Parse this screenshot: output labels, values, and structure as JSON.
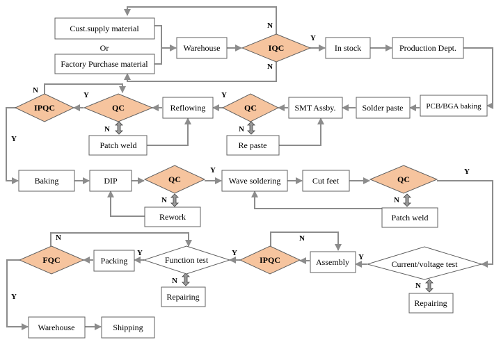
{
  "nodes": {
    "cust_supply": "Cust.supply material",
    "or_text": "Or",
    "factory_purchase": "Factory Purchase material",
    "warehouse_in": "Warehouse",
    "iqc": "IQC",
    "in_stock": "In stock",
    "production_dept": "Production Dept.",
    "pcb_baking": "PCB/BGA baking",
    "solder_paste": "Solder paste",
    "smt_assby": "SMT Assby.",
    "qc_smt": "QC",
    "re_paste": "Re paste",
    "reflowing": "Reflowing",
    "qc_reflow": "QC",
    "patch_weld_1": "Patch weld",
    "ipqc_1": "IPQC",
    "baking": "Baking",
    "dip": "DIP",
    "qc_dip": "QC",
    "rework": "Rework",
    "wave_soldering": "Wave soldering",
    "cut_feet": "Cut feet",
    "qc_cut": "QC",
    "patch_weld_2": "Patch weld",
    "current_voltage_test": "Current/voltage test",
    "repairing_1": "Repairing",
    "assembly": "Assembly",
    "ipqc_2": "IPQC",
    "function_test": "Function test",
    "repairing_2": "Repairing",
    "packing": "Packing",
    "fqc": "FQC",
    "warehouse_out": "Warehouse",
    "shipping": "Shipping"
  },
  "labels": {
    "yes": "Y",
    "no": "N"
  },
  "colors": {
    "qc_fill": "#f6c49e",
    "line": "#8c8c8c",
    "border": "#606060"
  }
}
